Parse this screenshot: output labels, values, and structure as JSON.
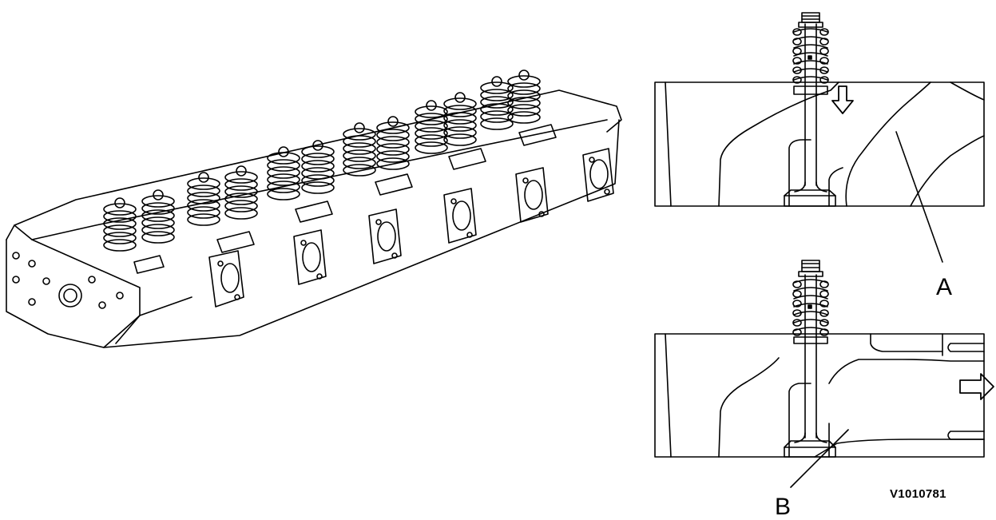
{
  "labels": {
    "a": "A",
    "b": "B",
    "figure_code": "V1010781"
  },
  "parts": {
    "left": "cylinder-head-with-valve-springs",
    "top_right": "intake-port-section",
    "bottom_right": "exhaust-port-section"
  },
  "flow_arrows": {
    "intake": "down",
    "exhaust": "right"
  },
  "colors": {
    "line": "#000000",
    "background": "#ffffff"
  }
}
